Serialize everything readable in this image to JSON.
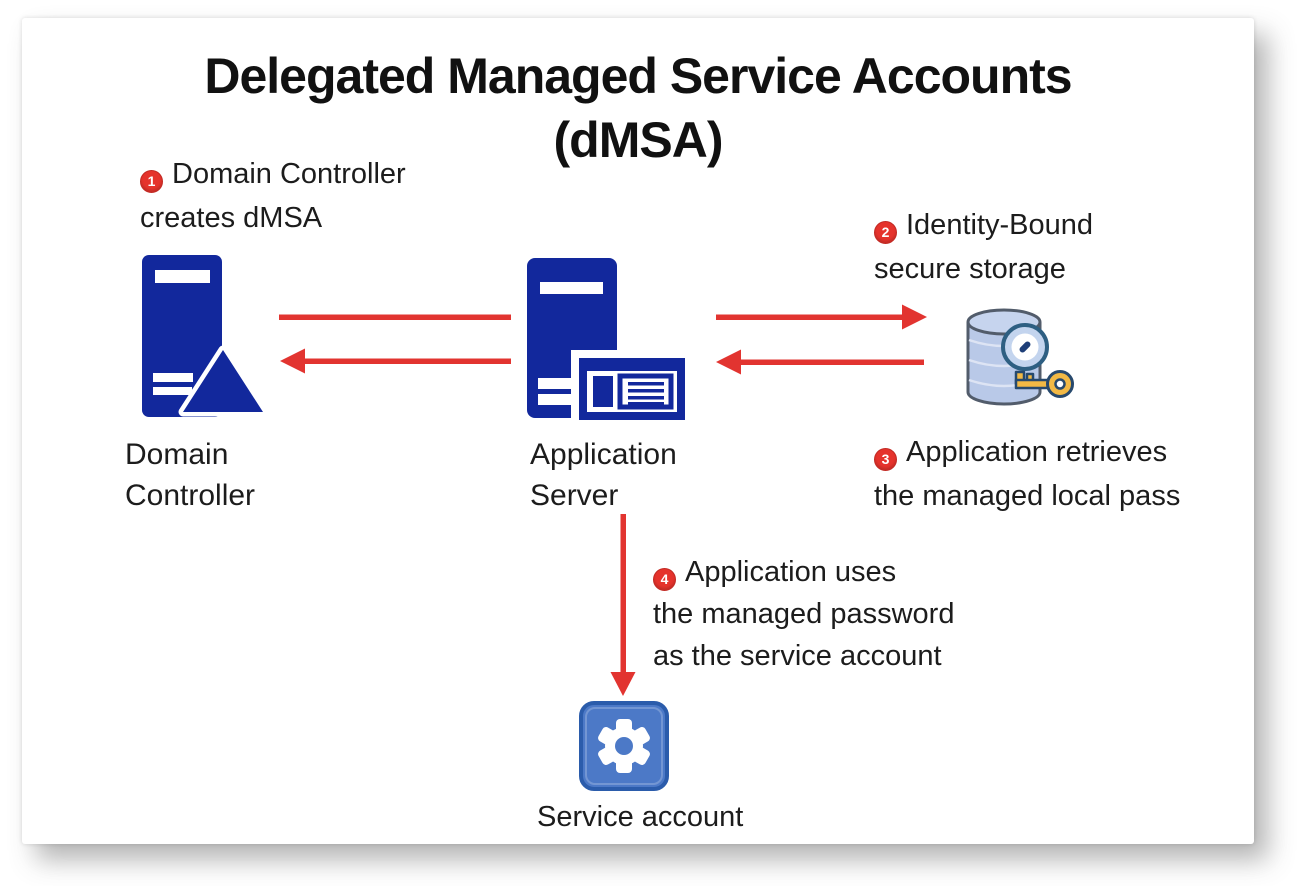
{
  "title": {
    "line1": "Delegated Managed Service Accounts",
    "line2": "(dMSA)"
  },
  "annotations": [
    {
      "number": "1",
      "lines": [
        "Domain Controller",
        "creates dMSA"
      ]
    },
    {
      "number": "2",
      "lines": [
        "Identity-Bound",
        "secure storage"
      ]
    },
    {
      "number": "3",
      "lines": [
        "Application retrieves",
        "the managed local pass"
      ]
    },
    {
      "number": "4",
      "lines": [
        "Application uses",
        "the managed password",
        "as the service account"
      ]
    }
  ],
  "nodes": {
    "domain_controller": {
      "label_line1": "Domain",
      "label_line2": "Controller",
      "icon": "server-alert-triangle-icon"
    },
    "application_server": {
      "label_line1": "Application",
      "label_line2": "Server",
      "icon": "server-card-icon"
    },
    "secure_storage": {
      "icon": "database-lock-key-icon"
    },
    "service_account": {
      "label": "Service account",
      "icon": "gear-tile-icon"
    }
  },
  "colors": {
    "server_navy": "#12289C",
    "arrow_red": "#E23430",
    "badge_red": "#E5332C",
    "storage_fill": "#B9C9E8",
    "storage_outline": "#525C6B",
    "lock_ring": "#2E5F82",
    "key_gold": "#F2B945",
    "gear_tile_fill": "#4C79C7",
    "gear_tile_border": "#2B5CAB",
    "text_dark": "#1C1C1C"
  }
}
